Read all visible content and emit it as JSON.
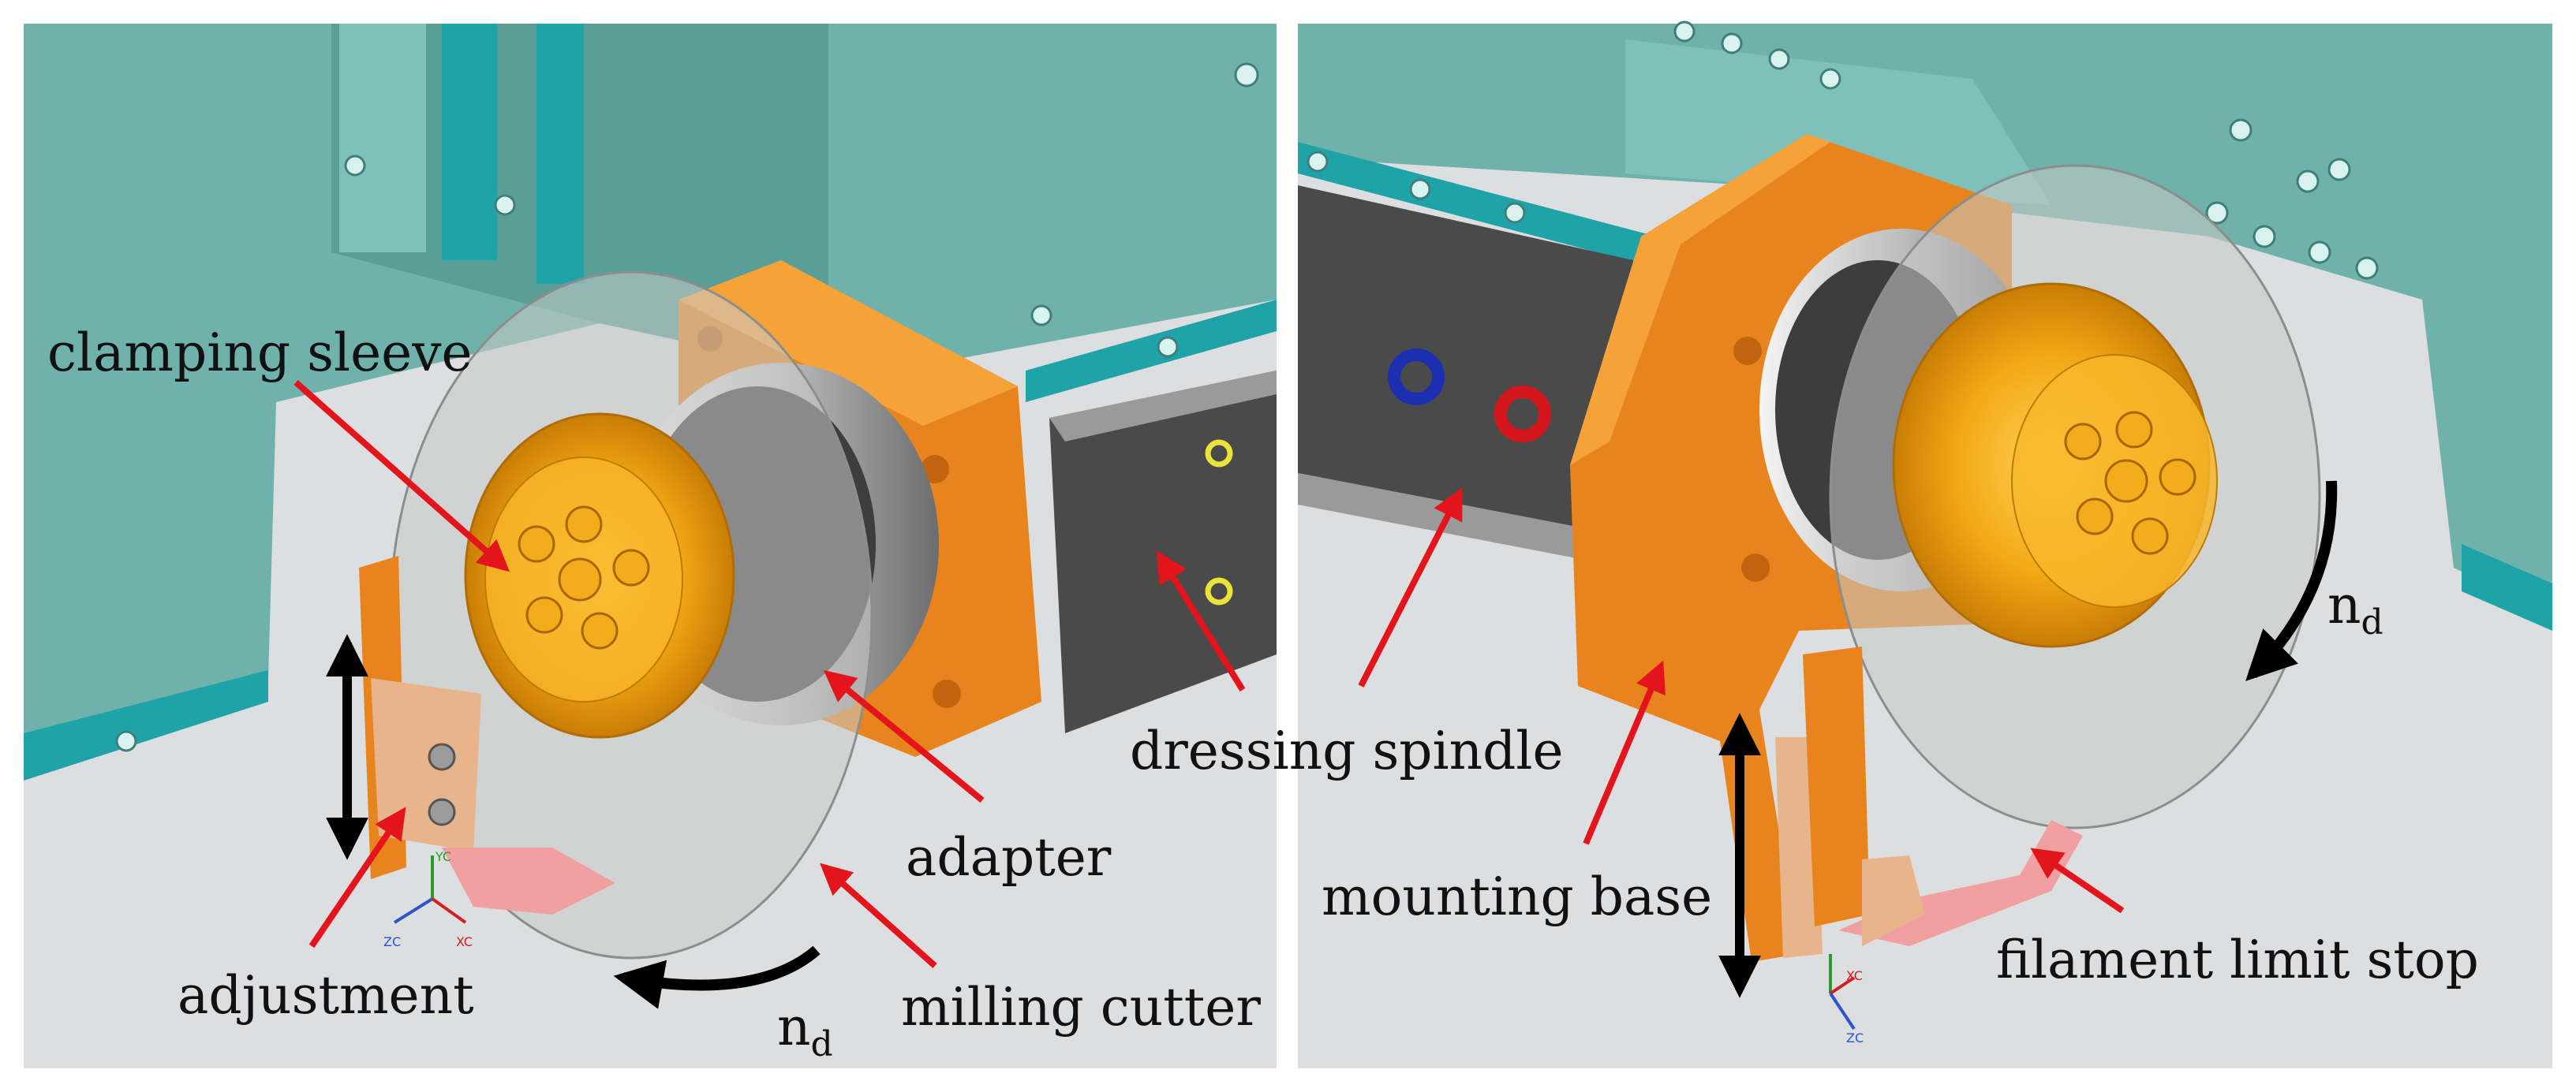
{
  "figure": {
    "left_panel": {
      "labels": {
        "clamping_sleeve": "clamping sleeve",
        "dressing_spindle": "dressing spindle",
        "adapter": "adapter",
        "milling_cutter": "milling cutter",
        "adjustment": "adjustment",
        "rotation_symbol": "n",
        "rotation_subscript": "d"
      },
      "axis_triad": {
        "y": "YC",
        "z": "ZC",
        "x": "XC"
      }
    },
    "right_panel": {
      "labels": {
        "mounting_base": "mounting base",
        "filament_limit_stop": "filament limit stop",
        "rotation_symbol": "n",
        "rotation_subscript": "d"
      },
      "axis_triad": {
        "x": "XC",
        "z": "ZC"
      }
    },
    "colors": {
      "machine_teal": "#6fb1ab",
      "machine_teal_dark": "#4e8e88",
      "accent_cyan": "#1fa3a8",
      "orange": "#e8841e",
      "orange_light": "#f5a23a",
      "gold_sleeve": "#f2a914",
      "floor_grey": "#dcdee0",
      "spindle_dark": "#4a4a4a",
      "arrow_red": "#e3141b",
      "pink_stop": "#f0a0a0",
      "blue_port": "#1c2fb0",
      "red_port": "#d4151c"
    }
  }
}
